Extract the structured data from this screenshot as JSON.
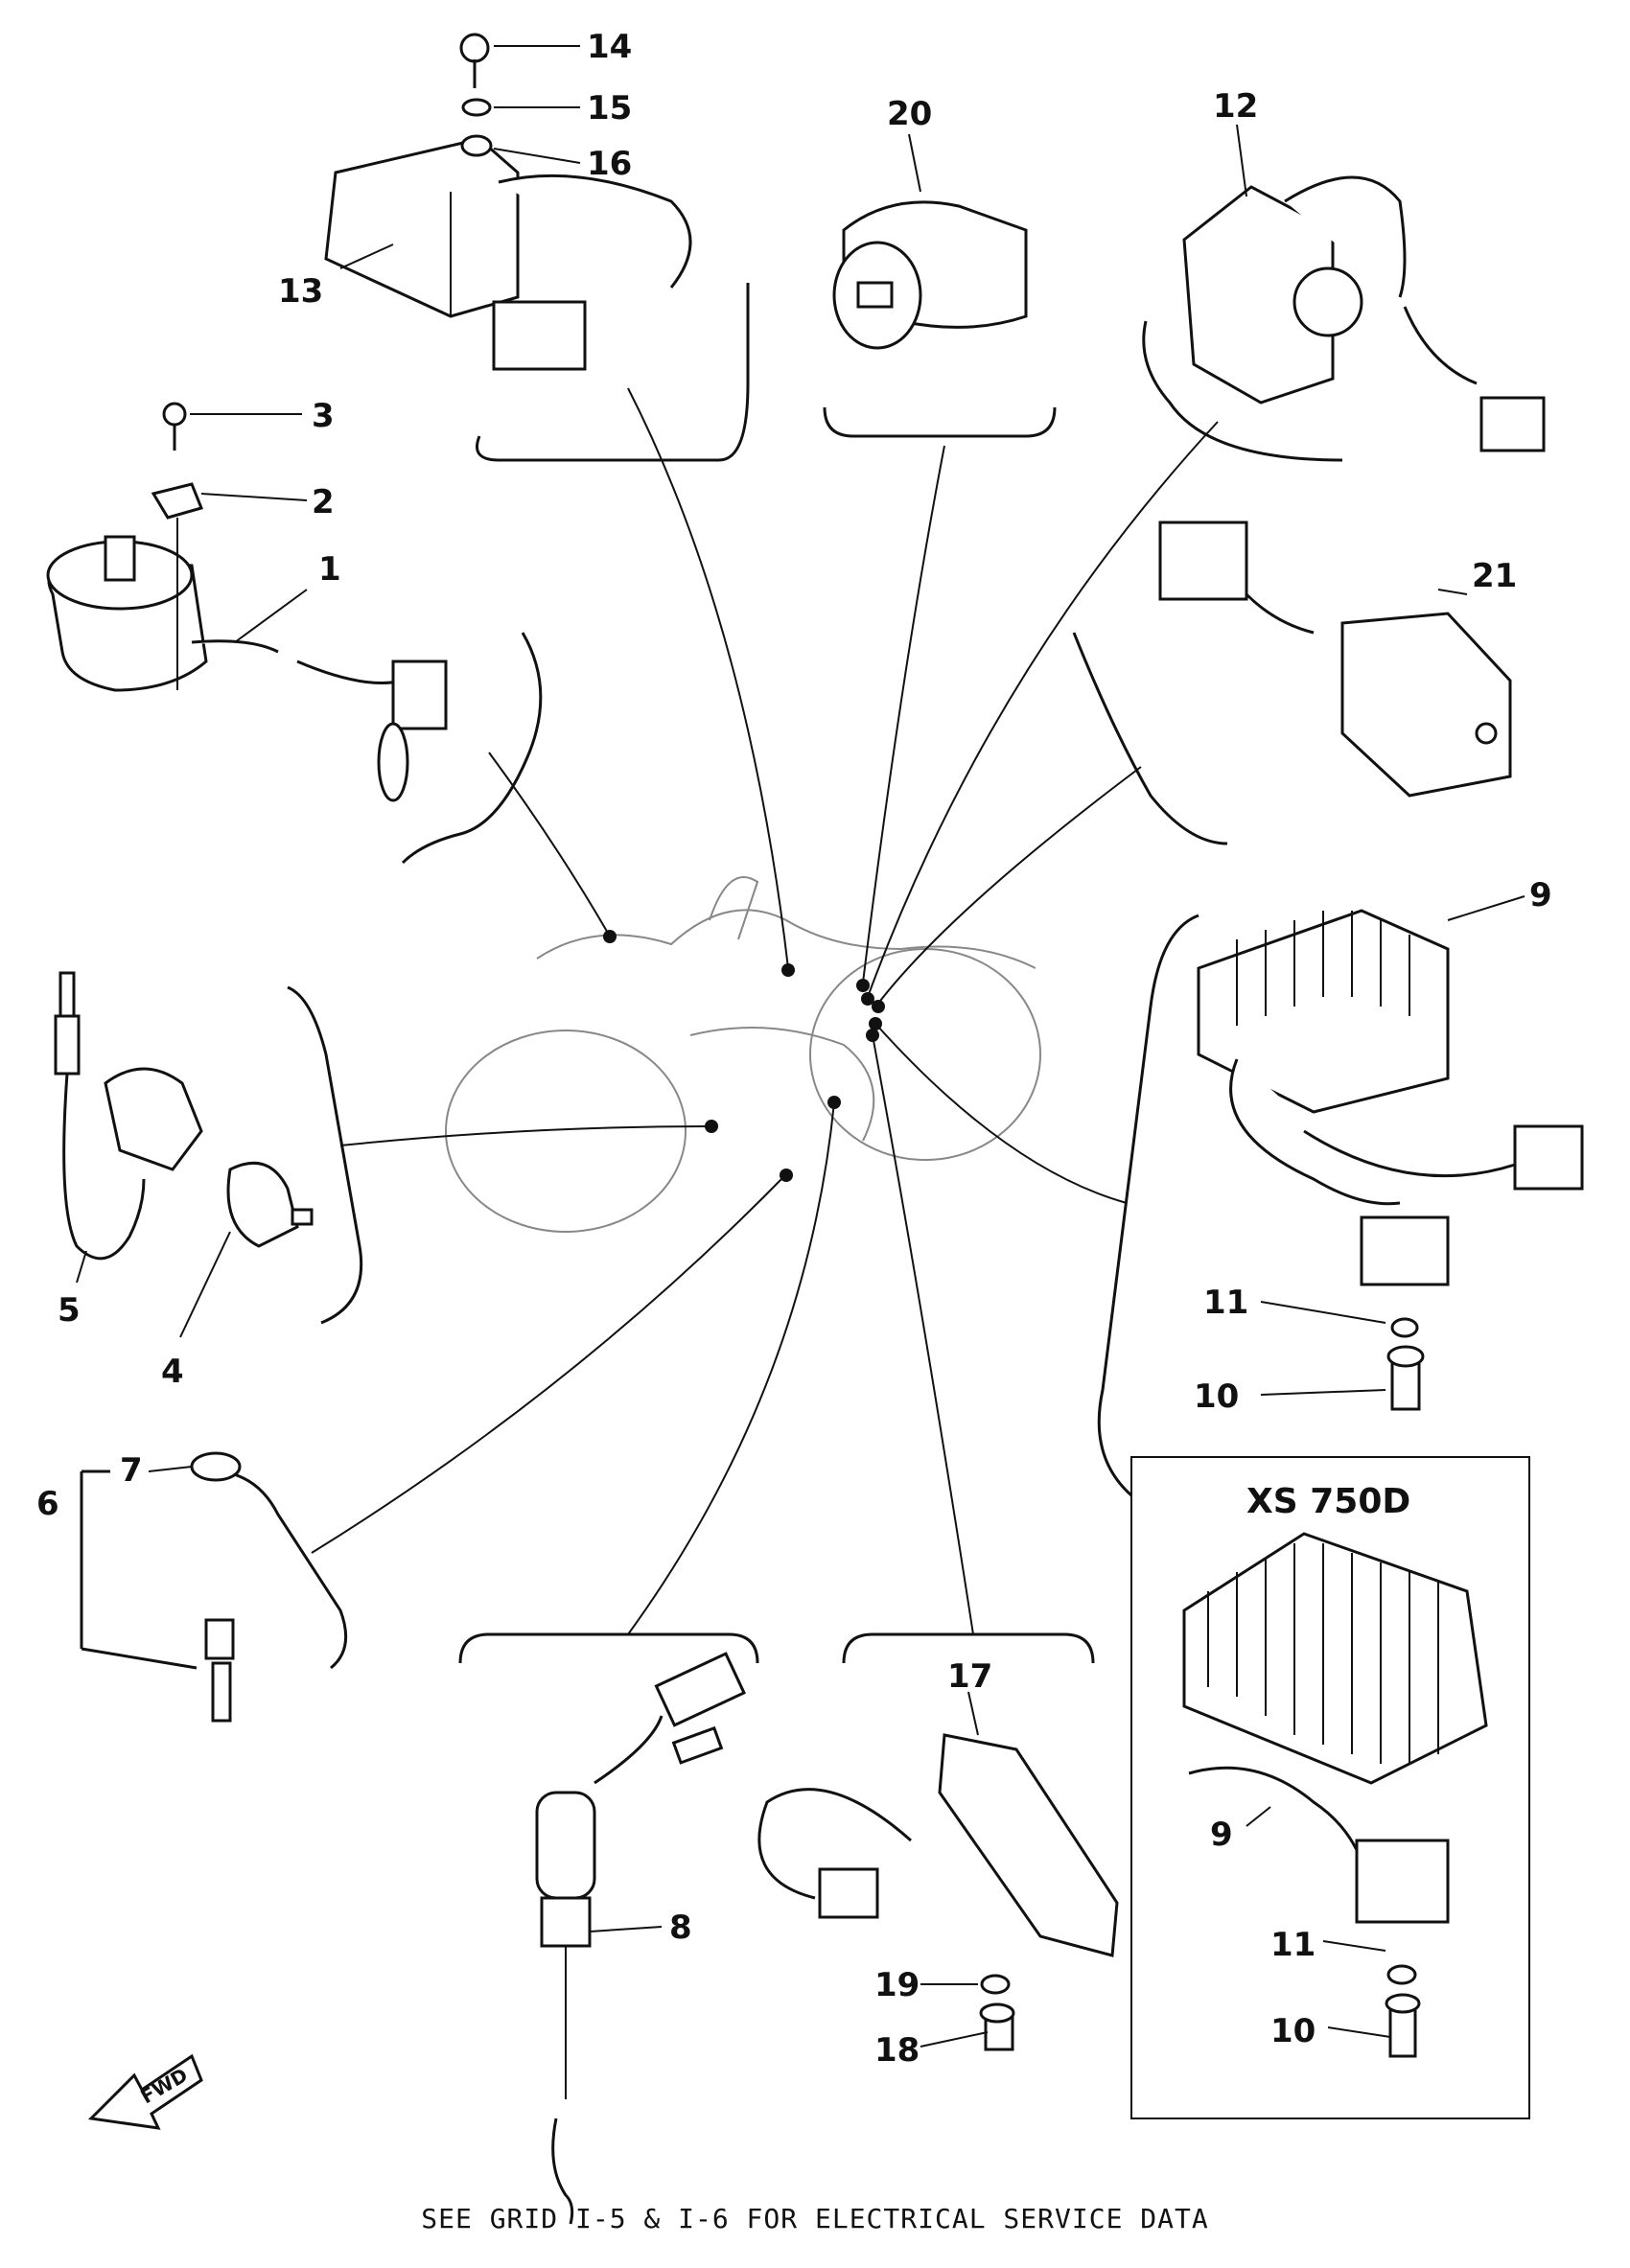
{
  "callouts": {
    "p1": "1",
    "p2": "2",
    "p3": "3",
    "p4": "4",
    "p5": "5",
    "p6": "6",
    "p7": "7",
    "p8": "8",
    "p9a": "9",
    "p9b": "9",
    "p10a": "10",
    "p10b": "10",
    "p11a": "11",
    "p11b": "11",
    "p12": "12",
    "p13": "13",
    "p14": "14",
    "p15": "15",
    "p16": "16",
    "p17": "17",
    "p18": "18",
    "p19": "19",
    "p20": "20",
    "p21": "21"
  },
  "variant_box_title": "XS 750D",
  "fwd_label": "FWD",
  "footer_note": "SEE GRID I-5 & I-6 FOR ELECTRICAL SERVICE DATA"
}
